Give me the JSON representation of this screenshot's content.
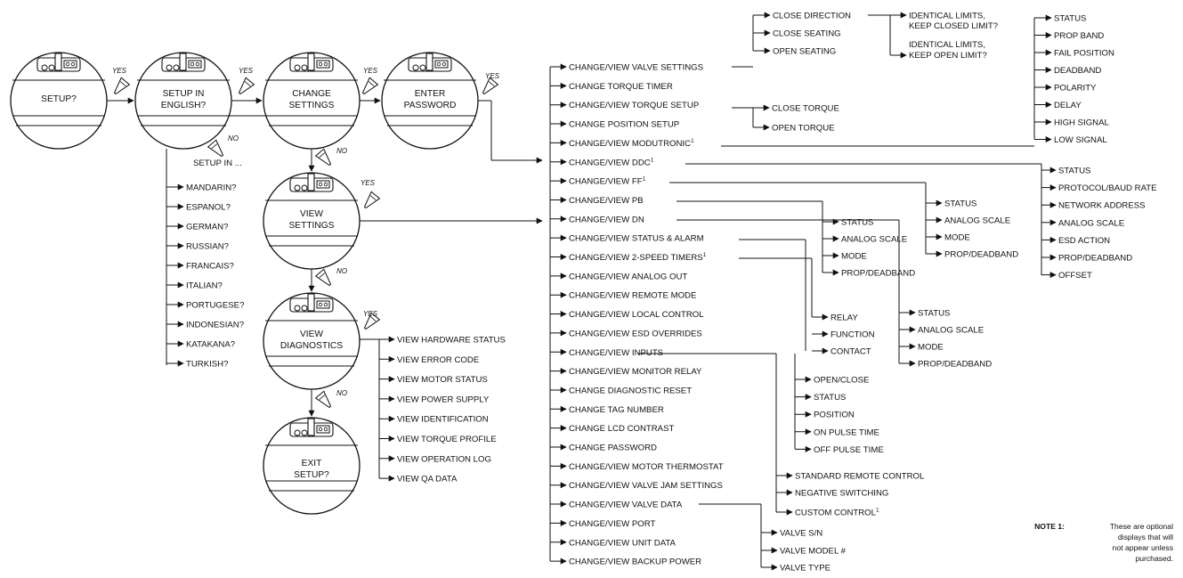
{
  "circles": [
    {
      "l1": "SETUP?"
    },
    {
      "l1": "SETUP IN",
      "l2": "ENGLISH?"
    },
    {
      "l1": "CHANGE",
      "l2": "SETTINGS"
    },
    {
      "l1": "ENTER",
      "l2": "PASSWORD"
    },
    {
      "l1": "VIEW",
      "l2": "SETTINGS"
    },
    {
      "l1": "VIEW",
      "l2": "DIAGNOSTICS"
    },
    {
      "l1": "EXIT",
      "l2": "SETUP?"
    }
  ],
  "markers": {
    "yes": "YES",
    "no": "NO"
  },
  "languages": {
    "heading": "SETUP IN ...",
    "items": [
      "MANDARIN?",
      "ESPANOL?",
      "GERMAN?",
      "RUSSIAN?",
      "FRANCAIS?",
      "ITALIAN?",
      "PORTUGESE?",
      "INDONESIAN?",
      "KATAKANA?",
      "TURKISH?"
    ]
  },
  "diagnostics": [
    "VIEW HARDWARE STATUS",
    "VIEW ERROR CODE",
    "VIEW MOTOR STATUS",
    "VIEW POWER SUPPLY",
    "VIEW IDENTIFICATION",
    "VIEW TORQUE PROFILE",
    "VIEW OPERATION LOG",
    "VIEW QA DATA"
  ],
  "menu": [
    {
      "label": "CHANGE/VIEW VALVE SETTINGS"
    },
    {
      "label": "CHANGE TORQUE TIMER"
    },
    {
      "label": "CHANGE/VIEW TORQUE SETUP"
    },
    {
      "label": "CHANGE POSITION SETUP"
    },
    {
      "label": "CHANGE/VIEW MODUTRONIC",
      "sup": "1"
    },
    {
      "label": "CHANGE/VIEW DDC",
      "sup": "1"
    },
    {
      "label": "CHANGE/VIEW FF",
      "sup": "1"
    },
    {
      "label": "CHANGE/VIEW PB"
    },
    {
      "label": "CHANGE/VIEW DN"
    },
    {
      "label": "CHANGE/VIEW  STATUS  & ALARM"
    },
    {
      "label": "CHANGE/VIEW 2-SPEED TIMERS",
      "sup": "1"
    },
    {
      "label": "CHANGE/VIEW ANALOG OUT"
    },
    {
      "label": "CHANGE/VIEW REMOTE MODE"
    },
    {
      "label": "CHANGE/VIEW LOCAL CONTROL"
    },
    {
      "label": "CHANGE/VIEW ESD OVERRIDES"
    },
    {
      "label": "CHANGE/VIEW INPUTS"
    },
    {
      "label": "CHANGE/VIEW MONITOR RELAY"
    },
    {
      "label": "CHANGE DIAGNOSTIC RESET"
    },
    {
      "label": "CHANGE TAG NUMBER"
    },
    {
      "label": "CHANGE LCD CONTRAST"
    },
    {
      "label": "CHANGE PASSWORD"
    },
    {
      "label": "CHANGE/VIEW MOTOR THERMOSTAT"
    },
    {
      "label": "CHANGE/VIEW VALVE JAM SETTINGS"
    },
    {
      "label": "CHANGE/VIEW VALVE DATA"
    },
    {
      "label": "CHANGE/VIEW PORT"
    },
    {
      "label": "CHANGE/VIEW UNIT DATA"
    },
    {
      "label": "CHANGE/VIEW BACKUP POWER"
    }
  ],
  "branches": {
    "valve_settings": [
      "CLOSE DIRECTION",
      "CLOSE SEATING",
      "OPEN SEATING"
    ],
    "close_direction": [
      "IDENTICAL LIMITS,",
      "KEEP CLOSED LIMIT?",
      "IDENTICAL LIMITS,",
      "KEEP OPEN LIMIT?"
    ],
    "torque_setup": [
      "CLOSE TORQUE",
      "OPEN TORQUE"
    ],
    "modutronic": [
      "STATUS",
      "PROP BAND",
      "FAIL POSITION",
      "DEADBAND",
      "POLARITY",
      "DELAY",
      "HIGH SIGNAL",
      "LOW SIGNAL"
    ],
    "ddc": [
      "STATUS",
      "PROTOCOL/BAUD RATE",
      "NETWORK ADDRESS",
      "ANALOG SCALE",
      "ESD ACTION",
      "PROP/DEADBAND",
      "OFFSET"
    ],
    "ff": [
      "STATUS",
      "ANALOG SCALE",
      "MODE",
      "PROP/DEADBAND"
    ],
    "pb": [
      "STATUS",
      "ANALOG SCALE",
      "MODE",
      "PROP/DEADBAND"
    ],
    "dn": [
      "STATUS",
      "ANALOG SCALE",
      "MODE",
      "PROP/DEADBAND"
    ],
    "timers": [
      "RELAY",
      "FUNCTION",
      "CONTACT"
    ],
    "inputs_pulse": [
      "OPEN/CLOSE",
      "STATUS",
      "POSITION",
      "ON PULSE TIME",
      "OFF PULSE TIME"
    ],
    "inputs_control": [
      "STANDARD REMOTE CONTROL",
      "NEGATIVE SWITCHING",
      "CUSTOM CONTROL"
    ],
    "valve_data": [
      "VALVE S/N",
      "VALVE MODEL #",
      "VALVE TYPE"
    ]
  },
  "note": {
    "label": "NOTE 1:",
    "lines": [
      "These are optional",
      "displays that will",
      "not appear unless",
      "purchased."
    ],
    "marker": "1"
  }
}
